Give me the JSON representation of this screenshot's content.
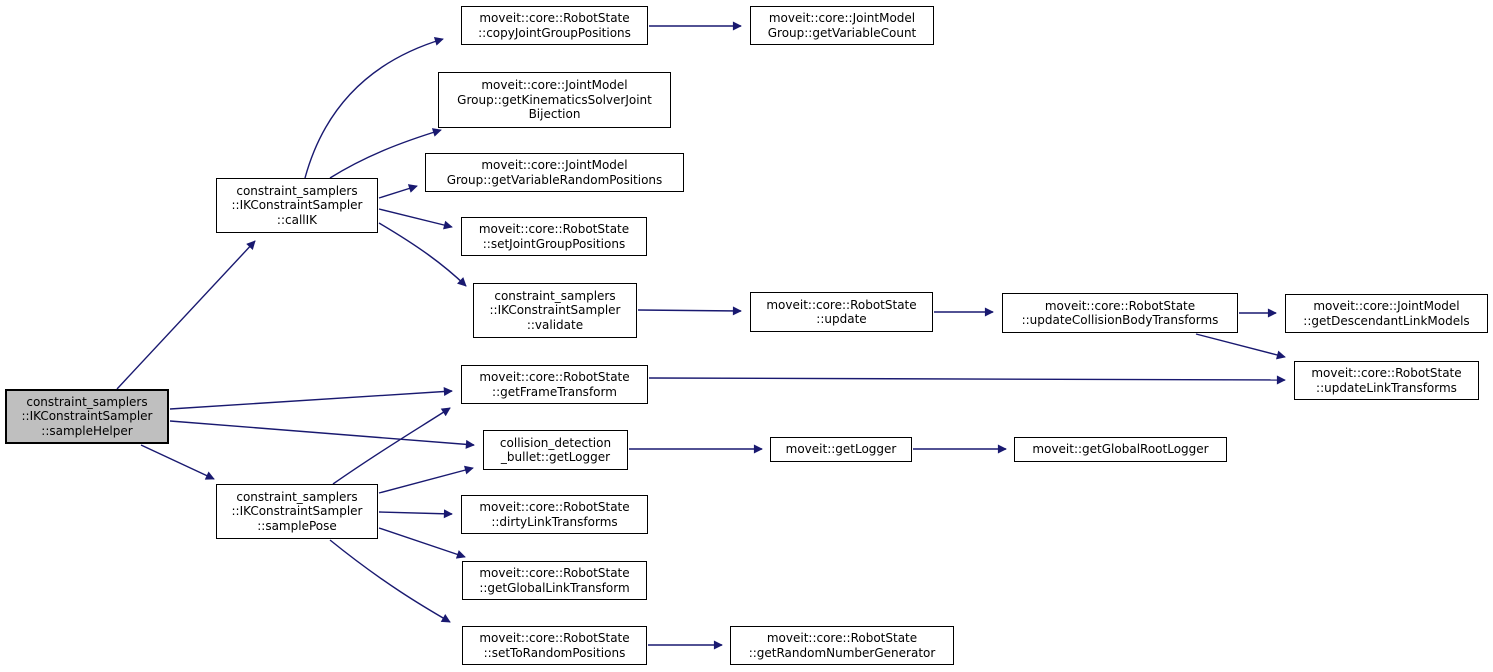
{
  "colors": {
    "edge": "#191970",
    "node_border": "#000000",
    "node_fill": "#ffffff",
    "highlight_fill": "#bfbfbf",
    "background": "#ffffff",
    "text": "#000000"
  },
  "nodes": {
    "sample_helper": {
      "label": "constraint_samplers\n::IKConstraintSampler\n::sampleHelper",
      "highlighted": true
    },
    "call_ik": {
      "label": "constraint_samplers\n::IKConstraintSampler\n::callIK"
    },
    "sample_pose": {
      "label": "constraint_samplers\n::IKConstraintSampler\n::samplePose"
    },
    "copy_joint_group_positions": {
      "label": "moveit::core::RobotState\n::copyJointGroupPositions"
    },
    "get_variable_count": {
      "label": "moveit::core::JointModel\nGroup::getVariableCount"
    },
    "get_kinematics_solver_joint_bijection": {
      "label": "moveit::core::JointModel\nGroup::getKinematicsSolverJoint\nBijection"
    },
    "get_variable_random_positions": {
      "label": "moveit::core::JointModel\nGroup::getVariableRandomPositions"
    },
    "set_joint_group_positions": {
      "label": "moveit::core::RobotState\n::setJointGroupPositions"
    },
    "validate": {
      "label": "constraint_samplers\n::IKConstraintSampler\n::validate"
    },
    "update": {
      "label": "moveit::core::RobotState\n::update"
    },
    "update_collision_body_transforms": {
      "label": "moveit::core::RobotState\n::updateCollisionBodyTransforms"
    },
    "get_descendant_link_models": {
      "label": "moveit::core::JointModel\n::getDescendantLinkModels"
    },
    "update_link_transforms": {
      "label": "moveit::core::RobotState\n::updateLinkTransforms"
    },
    "get_frame_transform": {
      "label": "moveit::core::RobotState\n::getFrameTransform"
    },
    "bullet_get_logger": {
      "label": "collision_detection\n_bullet::getLogger"
    },
    "moveit_get_logger": {
      "label": "moveit::getLogger"
    },
    "get_global_root_logger": {
      "label": "moveit::getGlobalRootLogger"
    },
    "dirty_link_transforms": {
      "label": "moveit::core::RobotState\n::dirtyLinkTransforms"
    },
    "get_global_link_transform": {
      "label": "moveit::core::RobotState\n::getGlobalLinkTransform"
    },
    "set_to_random_positions": {
      "label": "moveit::core::RobotState\n::setToRandomPositions"
    },
    "get_random_number_generator": {
      "label": "moveit::core::RobotState\n::getRandomNumberGenerator"
    }
  },
  "edges": [
    {
      "from": "sample_helper",
      "to": "call_ik"
    },
    {
      "from": "sample_helper",
      "to": "get_frame_transform"
    },
    {
      "from": "sample_helper",
      "to": "bullet_get_logger"
    },
    {
      "from": "sample_helper",
      "to": "sample_pose"
    },
    {
      "from": "call_ik",
      "to": "copy_joint_group_positions"
    },
    {
      "from": "call_ik",
      "to": "get_kinematics_solver_joint_bijection"
    },
    {
      "from": "call_ik",
      "to": "get_variable_random_positions"
    },
    {
      "from": "call_ik",
      "to": "set_joint_group_positions"
    },
    {
      "from": "call_ik",
      "to": "validate"
    },
    {
      "from": "copy_joint_group_positions",
      "to": "get_variable_count"
    },
    {
      "from": "validate",
      "to": "update"
    },
    {
      "from": "update",
      "to": "update_collision_body_transforms"
    },
    {
      "from": "update_collision_body_transforms",
      "to": "get_descendant_link_models"
    },
    {
      "from": "update_collision_body_transforms",
      "to": "update_link_transforms"
    },
    {
      "from": "get_frame_transform",
      "to": "update_link_transforms"
    },
    {
      "from": "bullet_get_logger",
      "to": "moveit_get_logger"
    },
    {
      "from": "moveit_get_logger",
      "to": "get_global_root_logger"
    },
    {
      "from": "sample_pose",
      "to": "get_frame_transform"
    },
    {
      "from": "sample_pose",
      "to": "bullet_get_logger"
    },
    {
      "from": "sample_pose",
      "to": "dirty_link_transforms"
    },
    {
      "from": "sample_pose",
      "to": "get_global_link_transform"
    },
    {
      "from": "sample_pose",
      "to": "set_to_random_positions"
    },
    {
      "from": "set_to_random_positions",
      "to": "get_random_number_generator"
    }
  ]
}
